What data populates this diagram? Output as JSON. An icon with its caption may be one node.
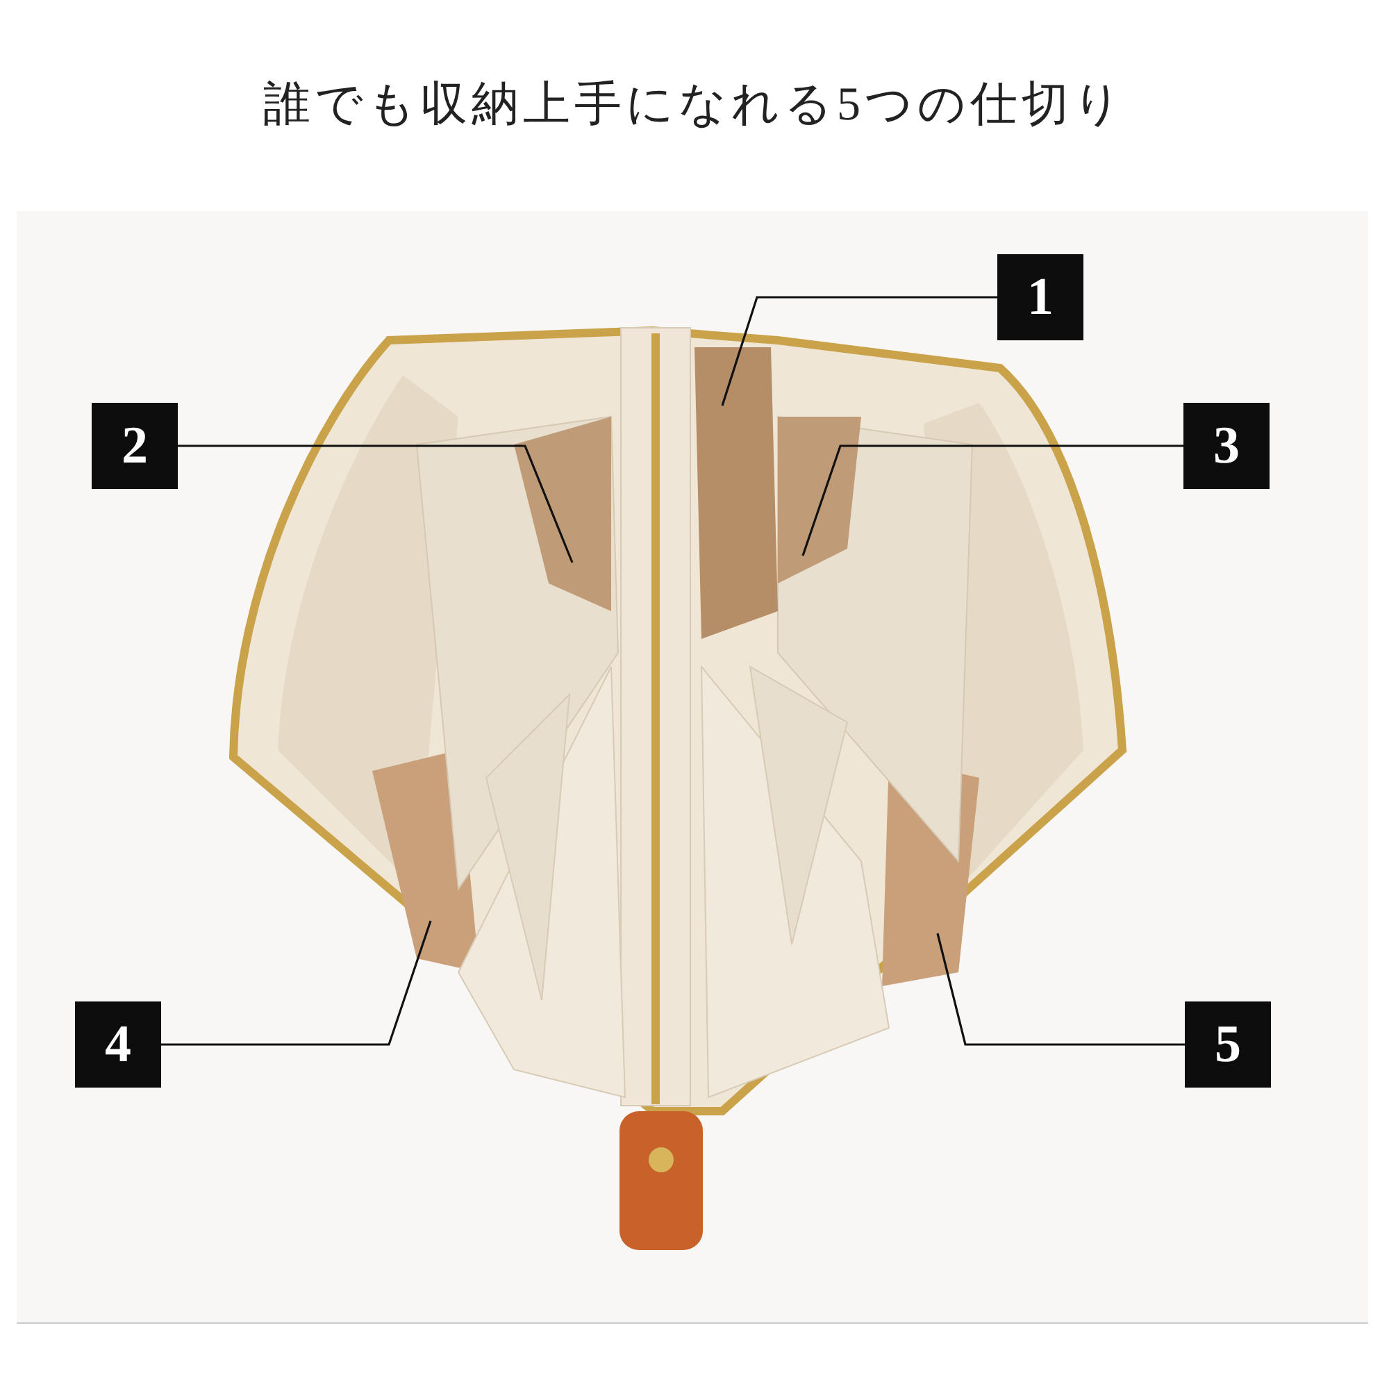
{
  "diagram": {
    "title": "誰でも収納上手になれる5つの仕切り",
    "nodes": [
      {
        "text": [
          "1"
        ]
      },
      {
        "text": [
          "2"
        ]
      },
      {
        "text": [
          "3"
        ]
      },
      {
        "text": [
          "4"
        ]
      },
      {
        "text": [
          "5"
        ]
      }
    ],
    "edges": [
      {
        "from": 0,
        "to": null,
        "arrow": "none"
      },
      {
        "from": 1,
        "to": null,
        "arrow": "none"
      },
      {
        "from": 2,
        "to": null,
        "arrow": "none"
      },
      {
        "from": 3,
        "to": null,
        "arrow": "none"
      },
      {
        "from": 4,
        "to": null,
        "arrow": "none"
      }
    ]
  }
}
